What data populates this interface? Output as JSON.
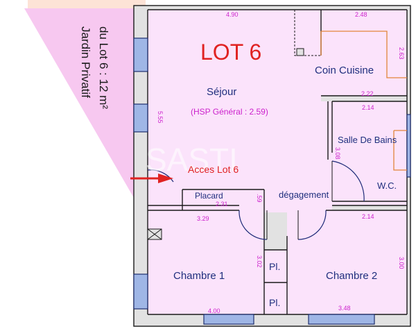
{
  "plan": {
    "lot_title": "LOT 6",
    "garden_label_line1": "Jardin Privatif",
    "garden_label_line2": "du Lot 6 : 12 m²",
    "access_label": "Acces Lot 6",
    "watermark": "SASTI"
  },
  "rooms": {
    "sejour": "Séjour",
    "sejour_hsp": "(HSP Général : 2.59)",
    "coin_cuisine": "Coin Cuisine",
    "salle_de_bains": "Salle De Bains",
    "wc": "W.C.",
    "placard": "Placard",
    "degagement": "dégagement",
    "chambre1": "Chambre 1",
    "chambre2": "Chambre 2",
    "placard_pl1": "Pl.",
    "placard_pl2": "Pl."
  },
  "dimensions": {
    "sejour_top": "4.90",
    "sejour_left": "5.55",
    "cuisine_top": "2.48",
    "cuisine_right": "2.63",
    "cuisine_bottom": "2.22",
    "sdb_top": "2.14",
    "sdb_left": "3.08",
    "placard_width": "2.31",
    "placard_depth": ".59",
    "chambre1_top": "3.29",
    "chambre1_right": "3.02",
    "chambre1_bottom": "4.00",
    "chambre2_top": "2.14",
    "chambre2_right": "3.00",
    "chambre2_bottom": "3.48"
  },
  "colors": {
    "room_fill": "#fbe3fb",
    "garden_fill": "#f7c8f0",
    "title_red": "#e02222",
    "label_blue": "#1f2f7e",
    "dimension_magenta": "#cc22cc",
    "window_blue": "#9fb6e6",
    "kitchen_orange": "#e2853a"
  }
}
